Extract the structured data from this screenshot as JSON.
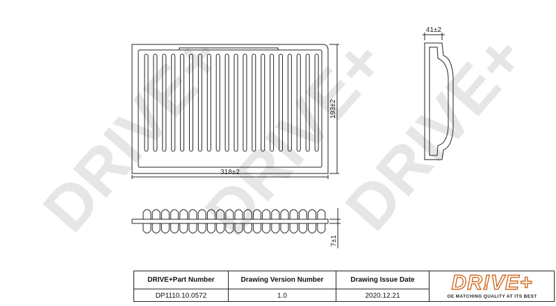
{
  "drawing": {
    "watermark_text": "DRIVE+",
    "dimensions": {
      "width": "318±2",
      "height": "193±2",
      "thickness": "41±2",
      "side_height": "7±1"
    }
  },
  "title_block": {
    "part_number_header": "DRIVE+Part Number",
    "part_number": "DP1110.10.0572",
    "version_header": "Drawing Version Number",
    "version": "1.0",
    "issue_date_header": "Drawing Issue Date",
    "issue_date": "2020.12.21"
  },
  "logo": {
    "brand": "DR!VE+",
    "tagline": "OE MATCHING QUALITY AT ITS BEST",
    "color": "#d2691e"
  },
  "colors": {
    "line": "#222222",
    "watermark": "#e6e6e6"
  }
}
